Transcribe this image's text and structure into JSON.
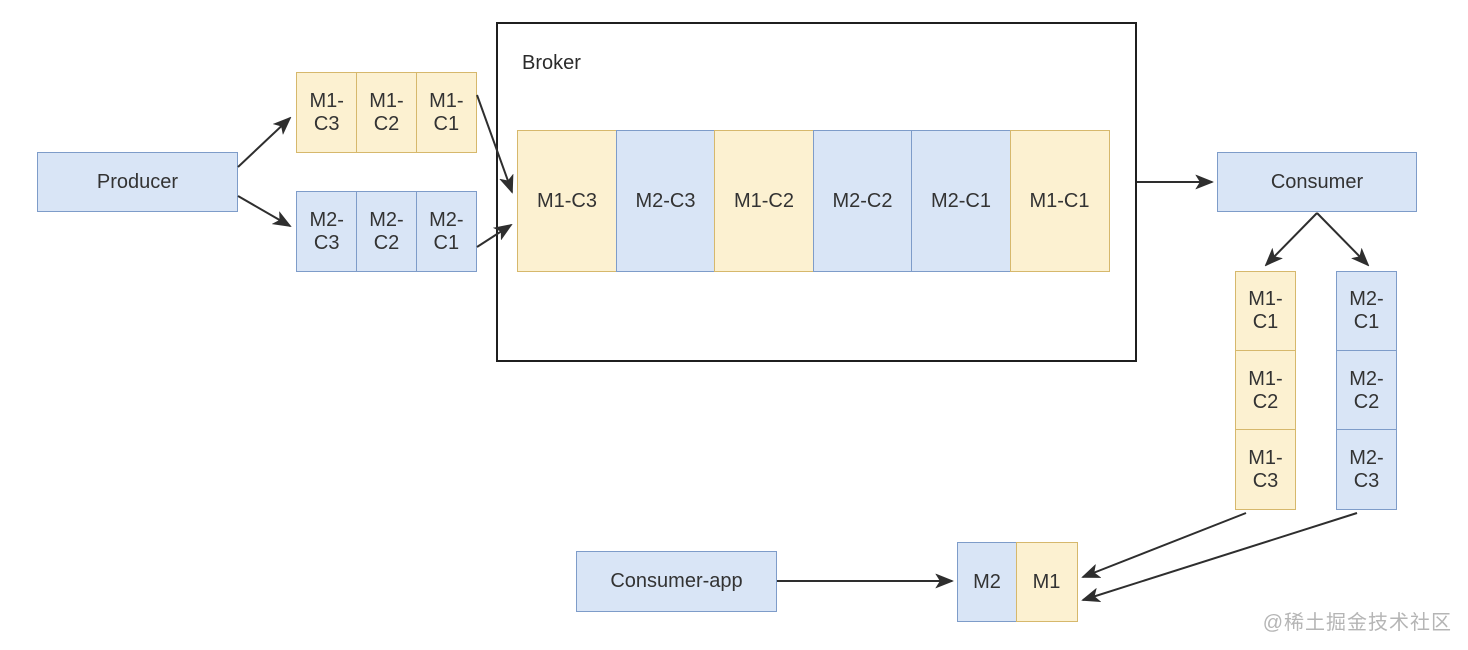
{
  "diagram": {
    "producer": {
      "label": "Producer"
    },
    "broker": {
      "label": "Broker"
    },
    "consumer": {
      "label": "Consumer"
    },
    "consumer_app": {
      "label": "Consumer-app"
    },
    "producer_out": {
      "m1_row": {
        "cells": [
          {
            "label": "M1-C3"
          },
          {
            "label": "M1-C2"
          },
          {
            "label": "M1-C1"
          }
        ]
      },
      "m2_row": {
        "cells": [
          {
            "label": "M2-C3"
          },
          {
            "label": "M2-C2"
          },
          {
            "label": "M2-C1"
          }
        ]
      }
    },
    "queue": {
      "cells": [
        {
          "label": "M1-C3",
          "type": "m1"
        },
        {
          "label": "M2-C3",
          "type": "m2"
        },
        {
          "label": "M1-C2",
          "type": "m1"
        },
        {
          "label": "M2-C2",
          "type": "m2"
        },
        {
          "label": "M2-C1",
          "type": "m2"
        },
        {
          "label": "M1-C1",
          "type": "m1"
        }
      ]
    },
    "consumer_out": {
      "m1_col": {
        "cells": [
          {
            "label": "M1-C1"
          },
          {
            "label": "M1-C2"
          },
          {
            "label": "M1-C3"
          }
        ]
      },
      "m2_col": {
        "cells": [
          {
            "label": "M2-C1"
          },
          {
            "label": "M2-C2"
          },
          {
            "label": "M2-C3"
          }
        ]
      }
    },
    "delivered": {
      "m2_box": {
        "label": "M2",
        "type": "m2"
      },
      "m1_box": {
        "label": "M1",
        "type": "m1"
      }
    },
    "watermark": "@稀土掘金技术社区",
    "colors": {
      "m1_fill": "#fcf1d1",
      "m1_border": "#d6b86c",
      "m2_fill": "#d9e5f6",
      "m2_border": "#7e9cc9",
      "broker_border": "#1f1f1f",
      "arrow": "#2e2e2e",
      "text": "#333333",
      "watermark": "#b5b5b5"
    }
  }
}
